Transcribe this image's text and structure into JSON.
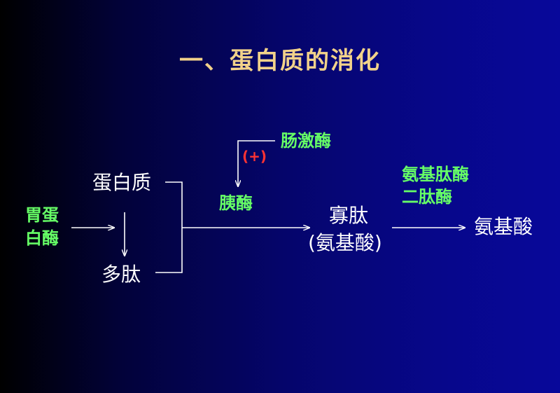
{
  "title": "一、蛋白质的消化",
  "nodes": {
    "protein": "蛋白质",
    "polypeptide": "多肽",
    "oligopeptide": "寡肽",
    "oligopeptide_amino": "(氨基酸)",
    "amino_acid": "氨基酸"
  },
  "enzymes": {
    "pepsin_line1": "胃蛋",
    "pepsin_line2": "白酶",
    "enterokinase": "肠激酶",
    "activation": "(+)",
    "trypsin": "胰酶",
    "aminopeptidase": "氨基肽酶",
    "dipeptidase": "二肽酶"
  },
  "colors": {
    "title": "#f2d28a",
    "node_text": "#ffffff",
    "enzyme_text": "#66ff66",
    "activation_text": "#ff3333",
    "arrow": "#ffffff"
  }
}
